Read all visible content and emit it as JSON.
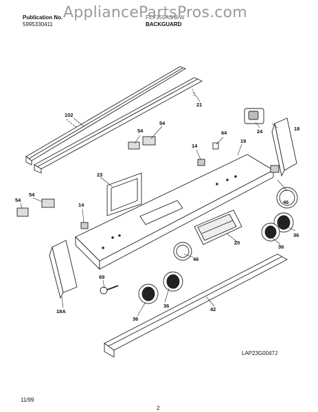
{
  "header": {
    "publication_label": "Publication No.",
    "publication_number": "5995330411",
    "model_code": "FEF355AS/B/W",
    "section_title": "BACKGUARD"
  },
  "watermark": "AppliancePartsPros.com",
  "diagram": {
    "code": "LAP23G0047J",
    "labels": {
      "p102": "102",
      "p21": "21",
      "p24": "24",
      "p18": "18",
      "p64": "64",
      "p19": "19",
      "p54a": "54",
      "p54b": "54",
      "p54c": "54",
      "p54d": "54",
      "p14a": "14",
      "p14b": "14",
      "p23": "23",
      "p46a": "46",
      "p46b": "46",
      "p36a": "36",
      "p36b": "36",
      "p36c": "36",
      "p36d": "36",
      "p20": "20",
      "p18a": "18A",
      "p69": "69",
      "p42": "42"
    }
  },
  "footer": {
    "date": "11/99",
    "page": "2"
  }
}
